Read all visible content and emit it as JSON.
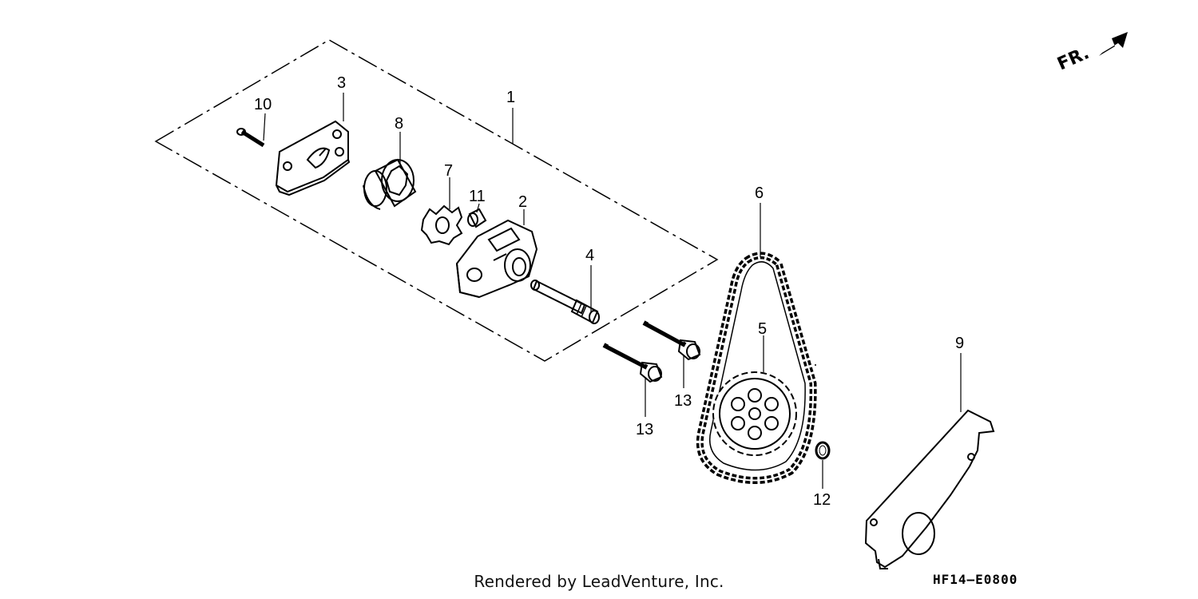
{
  "diagram": {
    "direction_label": "FR.",
    "footer_credit": "Rendered by LeadVenture, Inc.",
    "diagram_code": "HF14–E0800",
    "callouts": [
      {
        "id": "1",
        "text": "1"
      },
      {
        "id": "2",
        "text": "2"
      },
      {
        "id": "3",
        "text": "3"
      },
      {
        "id": "4",
        "text": "4"
      },
      {
        "id": "5",
        "text": "5"
      },
      {
        "id": "6",
        "text": "6"
      },
      {
        "id": "7",
        "text": "7"
      },
      {
        "id": "8",
        "text": "8"
      },
      {
        "id": "9",
        "text": "9"
      },
      {
        "id": "10",
        "text": "10"
      },
      {
        "id": "11",
        "text": "11"
      },
      {
        "id": "12",
        "text": "12"
      },
      {
        "id": "13a",
        "text": "13"
      },
      {
        "id": "13b",
        "text": "13"
      }
    ]
  }
}
